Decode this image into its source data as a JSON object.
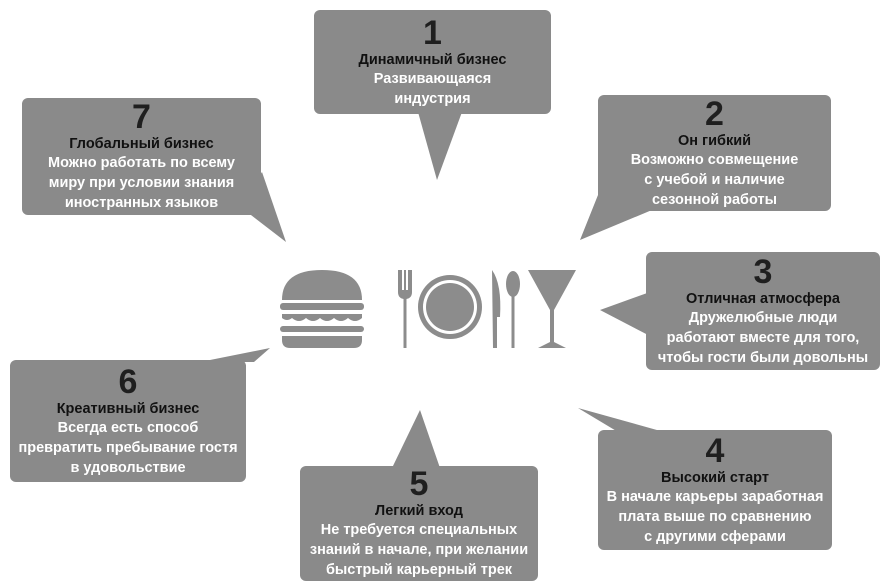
{
  "colors": {
    "bubble": "#8a8a8a",
    "number": "#1f1f1f",
    "title": "#111111",
    "text": "#ffffff",
    "icons": "#8c8c8c"
  },
  "center_icons": [
    "burger-icon",
    "fork-icon",
    "plate-icon",
    "knife-icon",
    "spoon-icon",
    "martini-glass-icon"
  ],
  "items": [
    {
      "number": "1",
      "title": "Динамичный бизнес",
      "text": "Развивающаяся\nиндустрия"
    },
    {
      "number": "2",
      "title": "Он гибкий",
      "text": "Возможно совмещение\nс учебой и наличие\nсезонной работы"
    },
    {
      "number": "3",
      "title": "Отличная атмосфера",
      "text": "Дружелюбные люди\nработают вместе для того,\nчтобы гости были довольны"
    },
    {
      "number": "4",
      "title": "Высокий старт",
      "text": "В начале карьеры заработная\nплата выше по сравнению\nс другими сферами"
    },
    {
      "number": "5",
      "title": "Легкий вход",
      "text": "Не требуется специальных\nзнаний в начале, при желании\nбыстрый карьерный трек"
    },
    {
      "number": "6",
      "title": "Креативный бизнес",
      "text": "Всегда есть способ\nпревратить пребывание гостя\nв удовольствие"
    },
    {
      "number": "7",
      "title": "Глобальный бизнес",
      "text": "Можно работать по всему\nмиру при условии знания\nиностранных языков"
    }
  ]
}
